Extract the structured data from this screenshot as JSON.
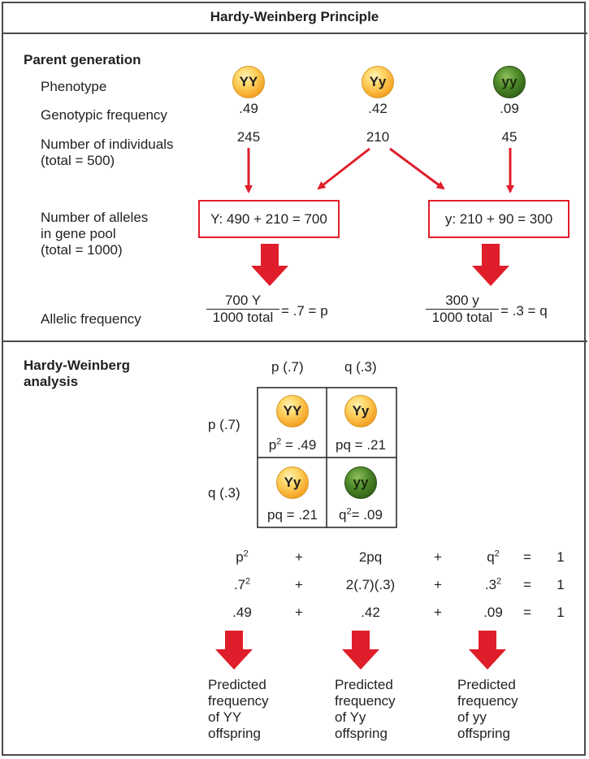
{
  "title": "Hardy-Weinberg Principle",
  "parent": {
    "heading": "Parent generation",
    "phenotype_label": "Phenotype",
    "genotypic_label": "Genotypic frequency",
    "individuals_label_1": "Number of individuals",
    "individuals_label_2": "(total = 500)",
    "alleles_label_1": "Number of alleles",
    "alleles_label_2": "in gene pool",
    "alleles_label_3": "(total = 1000)",
    "allelic_label": "Allelic frequency",
    "genotypes": [
      {
        "label": "YY",
        "freq": ".49",
        "count": "245"
      },
      {
        "label": "Yy",
        "freq": ".42",
        "count": "210"
      },
      {
        "label": "yy",
        "freq": ".09",
        "count": "45"
      }
    ],
    "box_Y": "Y: 490 + 210 = 700",
    "box_y": "y: 210 + 90 = 300",
    "frac_Y_num": "700 Y",
    "frac_Y_den": "1000 total",
    "frac_Y_result": "= .7 = p",
    "frac_y_num": "300 y",
    "frac_y_den": "1000 total",
    "frac_y_result": "= .3 = q"
  },
  "analysis": {
    "heading_1": "Hardy-Weinberg",
    "heading_2": "analysis",
    "col_p": "p (.7)",
    "col_q": "q (.3)",
    "row_p": "p (.7)",
    "row_q": "q (.3)",
    "cells": [
      {
        "label": "YY",
        "base": "p",
        "sup": "2",
        "value": " = .49"
      },
      {
        "label": "Yy",
        "base": "pq",
        "sup": "",
        "value": " = .21"
      },
      {
        "label": "Yy",
        "base": "pq",
        "sup": "",
        "value": " = .21"
      },
      {
        "label": "yy",
        "base": "q",
        "sup": "2",
        "value": "= .09"
      }
    ],
    "eq": {
      "plus": "+",
      "equals": "=",
      "one": "1",
      "r1_a": "p",
      "r1_a_sup": "2",
      "r1_b": "2pq",
      "r1_c": "q",
      "r1_c_sup": "2",
      "r2_a": ".7",
      "r2_a_sup": "2",
      "r2_b": "2(.7)(.3)",
      "r2_c": ".3",
      "r2_c_sup": "2",
      "r3_a": ".49",
      "r3_b": ".42",
      "r3_c": ".09"
    },
    "predictions": [
      {
        "l1": "Predicted",
        "l2": "frequency",
        "l3": "of YY",
        "l4": "offspring"
      },
      {
        "l1": "Predicted",
        "l2": "frequency",
        "l3": "of Yy",
        "l4": "offspring"
      },
      {
        "l1": "Predicted",
        "l2": "frequency",
        "l3": "of yy",
        "l4": "offspring"
      }
    ]
  },
  "colors": {
    "accent_red": "#e01e2b",
    "border": "#4a4a4a",
    "dominant": "#f6a728",
    "recessive": "#3f7a1f"
  }
}
